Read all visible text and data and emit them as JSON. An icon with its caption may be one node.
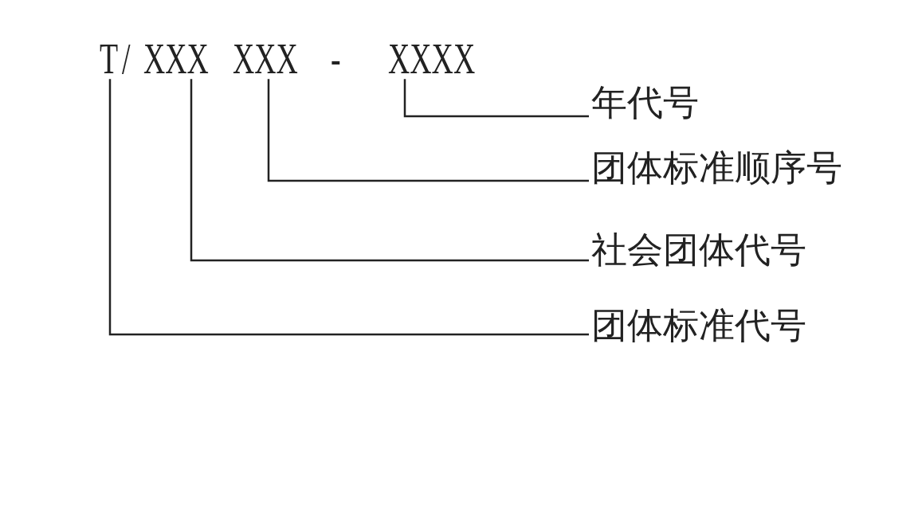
{
  "diagram": {
    "nodes": [
      {
        "text": [
          "T"
        ]
      },
      {
        "text": [
          "XXX"
        ]
      },
      {
        "text": [
          "XXX"
        ]
      },
      {
        "text": [
          "XXXX"
        ]
      },
      {
        "text": [
          "年代号"
        ]
      },
      {
        "text": [
          "团体标准顺序号"
        ]
      },
      {
        "text": [
          "社会团体代号"
        ]
      },
      {
        "text": [
          "团体标准代号"
        ]
      }
    ],
    "edges": [
      {
        "from": 4,
        "to": 3,
        "arrow": "none"
      },
      {
        "from": 5,
        "to": 2,
        "arrow": "none"
      },
      {
        "from": 6,
        "to": 1,
        "arrow": "none"
      },
      {
        "from": 7,
        "to": 0,
        "arrow": "none"
      }
    ],
    "labels": [
      "/",
      "-"
    ]
  }
}
